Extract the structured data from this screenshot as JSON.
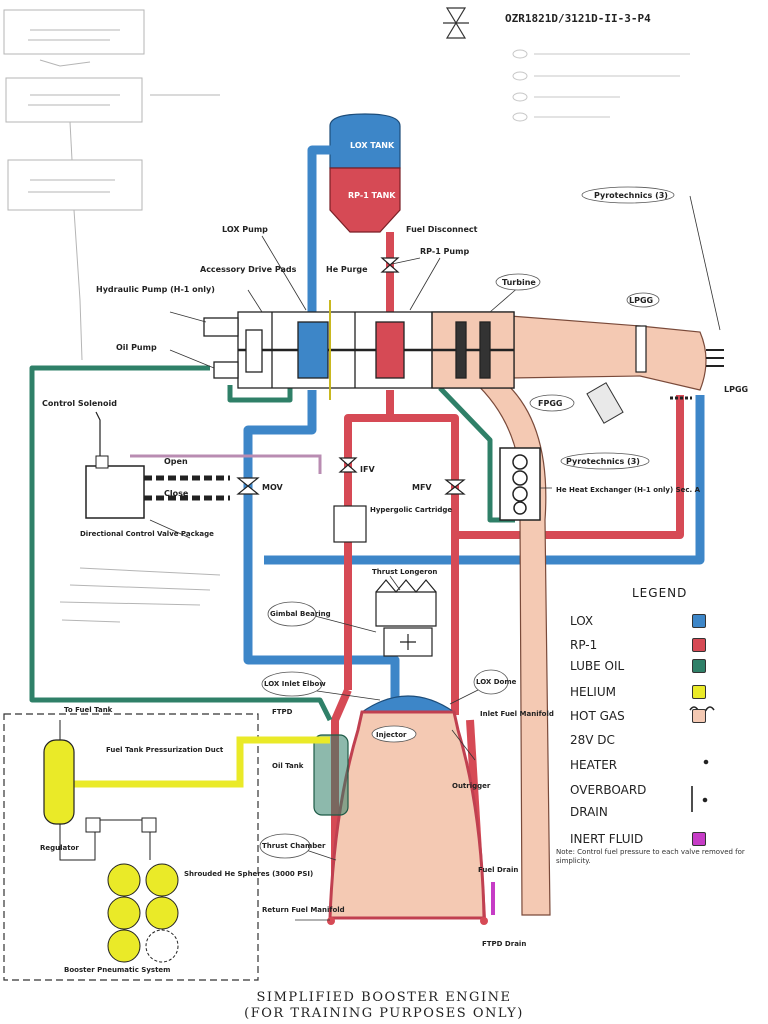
{
  "header": {
    "doc_id": "OZR1821D/3121D-II-3-P4",
    "logo": "hourglass-emblem"
  },
  "caption": {
    "line1": "SIMPLIFIED BOOSTER ENGINE",
    "line2": "(FOR TRAINING PURPOSES ONLY)"
  },
  "labels": {
    "lox_tank": "LOX TANK",
    "rp1_tank": "RP-1 TANK",
    "fuel_discon": "Fuel Disconnect",
    "rp1_pump": "RP-1 Pump",
    "lox_pump": "LOX Pump",
    "accessory": "Accessory Drive Pads",
    "he_purge": "He Purge",
    "turbine": "Turbine",
    "pyro3": "Pyrotechnics (3)",
    "lpgg": "LPGG",
    "lpgg2": "LPGG",
    "hydraulic": "Hydraulic Pump (H-1 only)",
    "oil_pump": "Oil Pump",
    "control_sol": "Control Solenoid",
    "open": "Open",
    "close": "Close",
    "mov": "MOV",
    "ifv": "IFV",
    "mfv": "MFV",
    "hypergolic": "Hypergolic Cartridge",
    "directional": "Directional Control Valve Package",
    "fpgg": "FPGG",
    "pyro_c": "Pyrotechnics (3)",
    "he_heat": "He Heat Exchanger (H-1 only) Sec. A",
    "thrust_long": "Thrust Longeron",
    "gimbal": "Gimbal Bearing",
    "lox_dome": "LOX Dome",
    "lox_inlet": "LOX Inlet Elbow",
    "to_fuel": "To Fuel Tank",
    "ftpd": "FTPD",
    "injector": "Injector",
    "inlet_fuel": "Inlet Fuel Manifold",
    "fuel_tank_duct": "Fuel Tank Pressurization Duct",
    "oil_tank": "Oil Tank",
    "outrigger": "Outrigger",
    "thrust_chamber": "Thrust Chamber",
    "return_fuel": "Return Fuel Manifold",
    "regulator": "Regulator",
    "shrouded": "Shrouded He Spheres (3000 PSI)",
    "booster_pneu": "Booster Pneumatic System",
    "drain": "Fuel Drain",
    "ftpd_drain": "FTPD Drain"
  },
  "legend": {
    "title": "LEGEND",
    "items": [
      {
        "label": "LOX",
        "color": "#3d86c8",
        "kind": "swatch"
      },
      {
        "label": "RP-1",
        "color": "#d64a55",
        "kind": "swatch"
      },
      {
        "label": "LUBE OIL",
        "color": "#2f8068",
        "kind": "swatch"
      },
      {
        "label": "HELIUM",
        "color": "#eaea28",
        "kind": "swatch"
      },
      {
        "label": "HOT GAS",
        "color": "#f4c9b3",
        "kind": "swatch"
      },
      {
        "label": "28V DC",
        "color": "#222222",
        "kind": "coil"
      },
      {
        "label": "HEATER",
        "color": "#222222",
        "kind": "dot"
      },
      {
        "label": "OVERBOARD",
        "color": "#222222",
        "kind": "bar"
      },
      {
        "label": "DRAIN",
        "color": "#222222",
        "kind": "none"
      },
      {
        "label": "INERT FLUID",
        "color": "#c63cc6",
        "kind": "swatch"
      }
    ],
    "note": "Note: Control fuel pressure to each valve removed for simplicity."
  },
  "colors": {
    "lox": "#3d86c8",
    "rp1": "#d64a55",
    "lube": "#2f8068",
    "helium": "#eaea28",
    "hotgas": "#f4c9b3",
    "inert": "#c63cc6"
  }
}
